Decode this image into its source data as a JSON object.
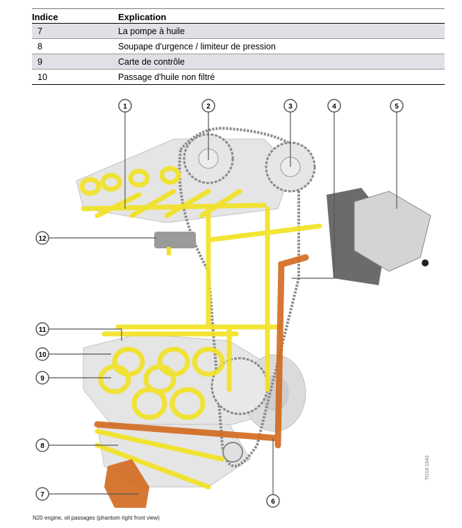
{
  "legend": {
    "header_index": "Indice",
    "header_explication": "Explication",
    "rows": [
      {
        "index": "7",
        "text": "La pompe à huile"
      },
      {
        "index": "8",
        "text": "Soupape d'urgence / limiteur de pression"
      },
      {
        "index": "9",
        "text": "Carte de contrôle"
      },
      {
        "index": "10",
        "text": "Passage d'huile non filtré"
      }
    ]
  },
  "diagram": {
    "callouts": [
      "1",
      "2",
      "3",
      "4",
      "5",
      "6",
      "7",
      "8",
      "9",
      "10",
      "11",
      "12"
    ],
    "colors": {
      "oil_passage": "#f2e224",
      "pump": "#d2691e",
      "engine": "#d9d9d9",
      "callout": "#555555"
    }
  },
  "caption": "N20 engine, oil passages (phantom right front view)",
  "reference": "TO16-1643"
}
